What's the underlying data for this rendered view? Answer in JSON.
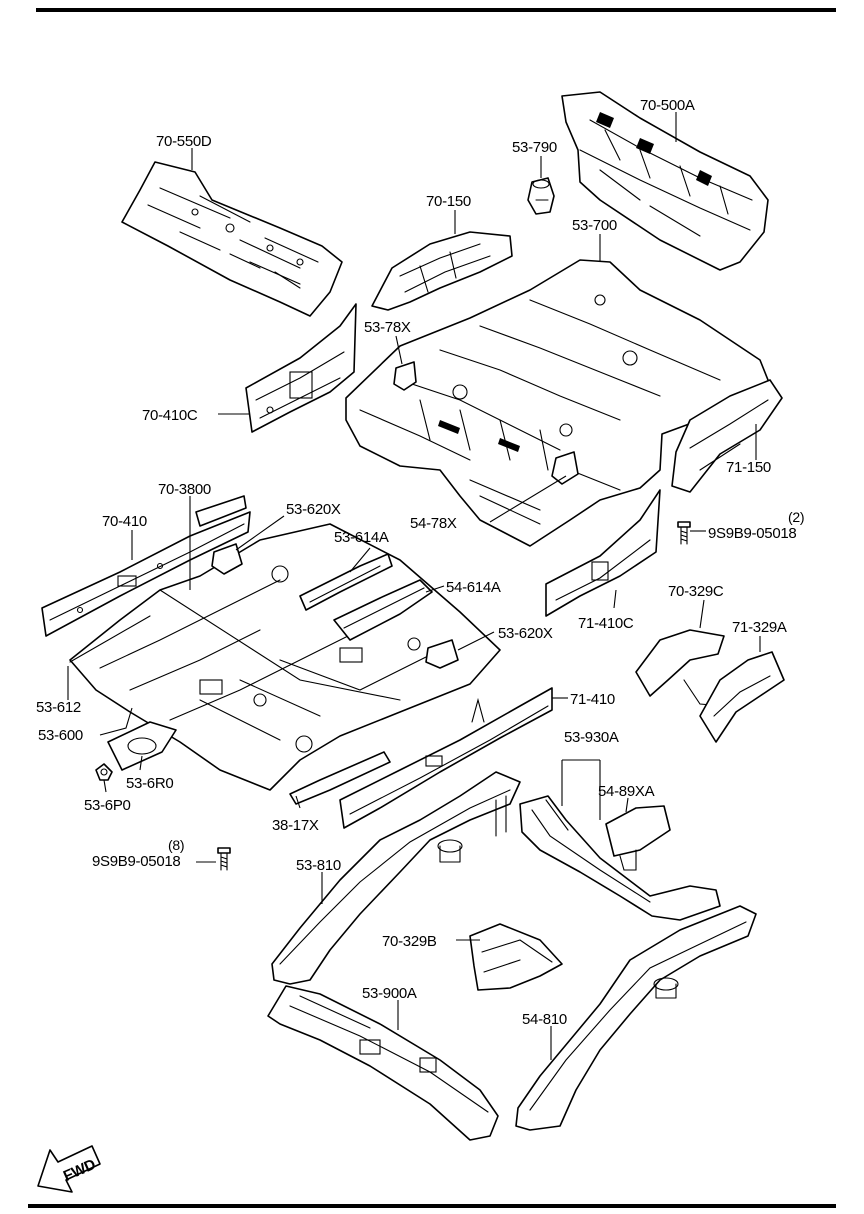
{
  "labels": {
    "l_70_550D": "70-550D",
    "l_70_500A": "70-500A",
    "l_53_790": "53-790",
    "l_70_150": "70-150",
    "l_53_700": "53-700",
    "l_53_78X": "53-78X",
    "l_70_410C": "70-410C",
    "l_71_150": "71-150",
    "l_70_3800": "70-3800",
    "l_53_620X_top": "53-620X",
    "l_70_410": "70-410",
    "l_53_614A": "53-614A",
    "l_54_78X": "54-78X",
    "l_qty_2": "(2)",
    "l_9S9B9_05018_right": "9S9B9-05018",
    "l_54_614A": "54-614A",
    "l_70_329C": "70-329C",
    "l_71_410C": "71-410C",
    "l_71_329A": "71-329A",
    "l_53_620X_bottom": "53-620X",
    "l_53_612": "53-612",
    "l_71_410": "71-410",
    "l_53_600": "53-600",
    "l_53_930A": "53-930A",
    "l_53_6R0": "53-6R0",
    "l_54_89XA": "54-89XA",
    "l_53_6P0": "53-6P0",
    "l_38_17X": "38-17X",
    "l_qty_8": "(8)",
    "l_9S9B9_05018_left": "9S9B9-05018",
    "l_53_810": "53-810",
    "l_70_329B": "70-329B",
    "l_53_900A": "53-900A",
    "l_54_810": "54-810",
    "l_fwd": "FWD"
  }
}
